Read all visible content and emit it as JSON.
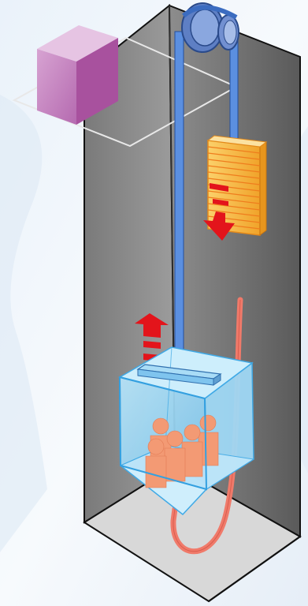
{
  "diagram": {
    "subject": "elevator-counterweight-system",
    "components": [
      "motor-housing",
      "drive-sheave",
      "deflector-sheave",
      "hoist-rope",
      "counterweight",
      "elevator-car",
      "passengers",
      "compensation-chain",
      "elevator-shaft",
      "machine-room-floor"
    ],
    "motion": {
      "car": "up",
      "counterweight": "down"
    },
    "passenger_count": 5
  },
  "colors": {
    "shaft_wall_dark": "#6f6f6f",
    "shaft_wall_light": "#9a9a9a",
    "shaft_floor": "#d4d4d4",
    "motor": "#b25ca8",
    "sheave": "#6f8fd0",
    "rope": "#4a7fd4",
    "counterweight": "#f5b637",
    "counterweight_lines": "#f07a1e",
    "car_glass": "#8fd3f5",
    "passengers": "#f39a74",
    "compensation": "#f0786a",
    "arrow": "#e3141b"
  }
}
